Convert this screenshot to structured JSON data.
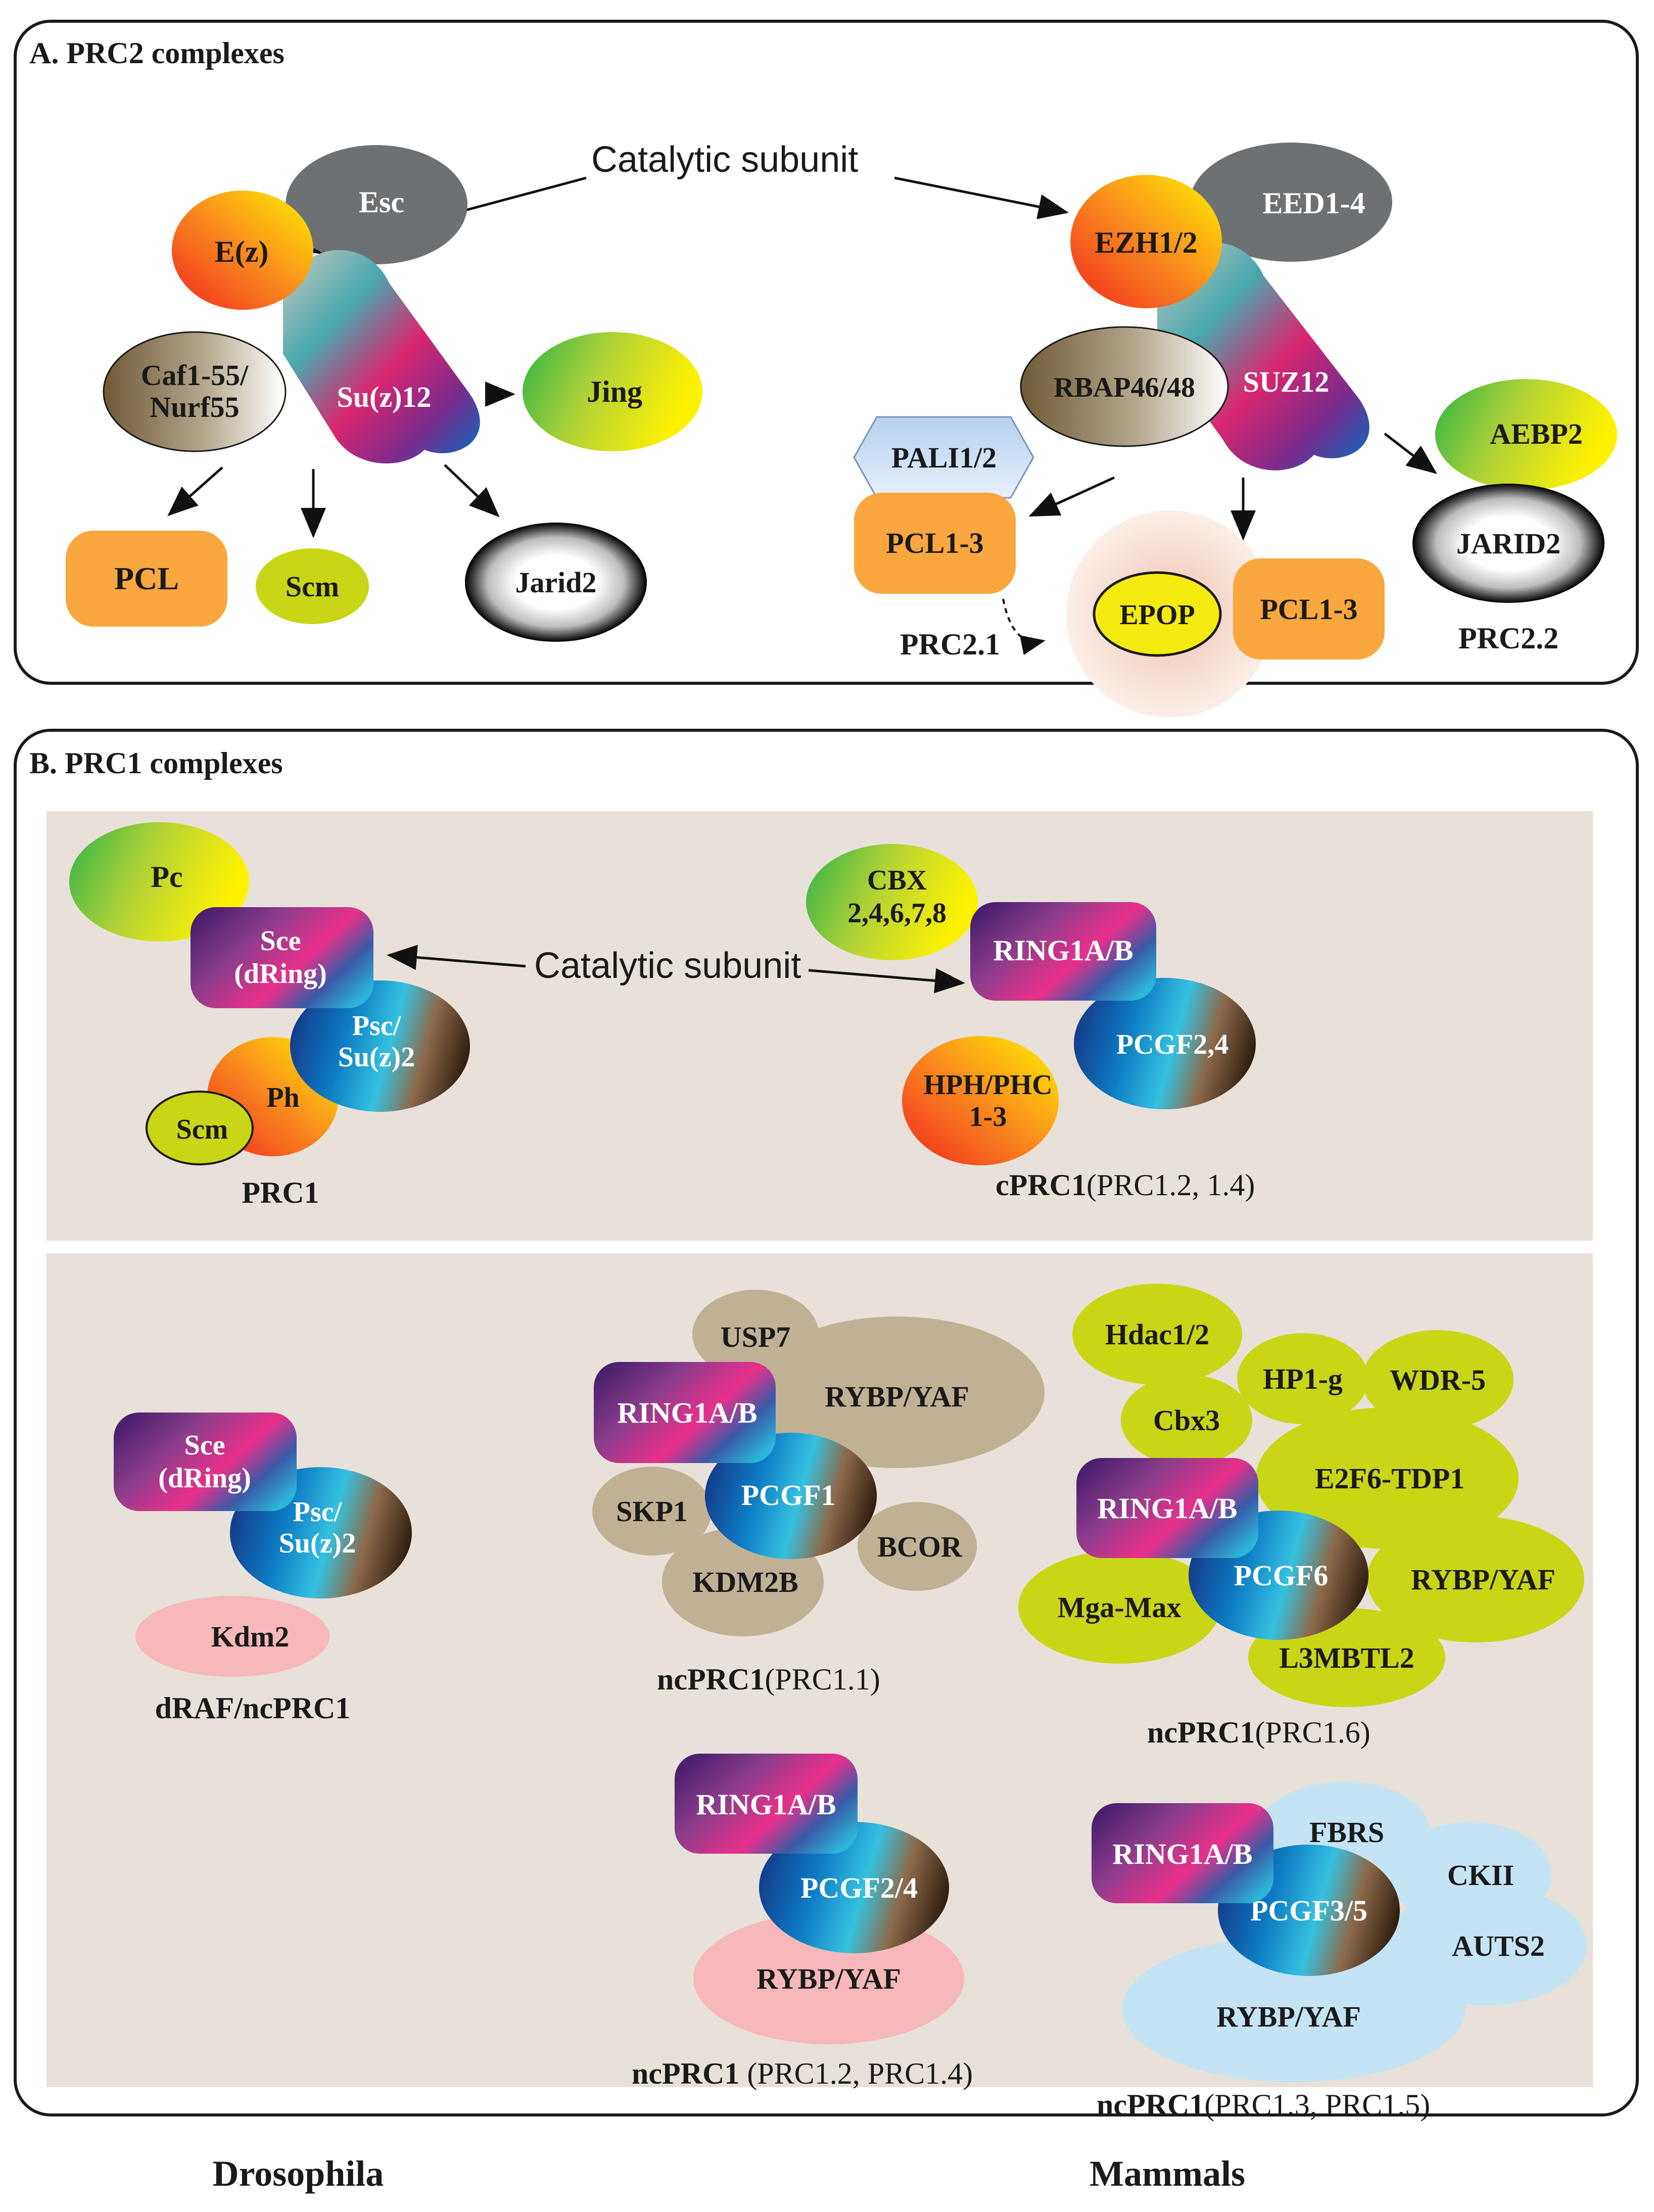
{
  "panel_a": {
    "title": "A. PRC2 complexes",
    "catalytic": "Catalytic subunit",
    "drosophila": {
      "esc": "Esc",
      "ez": "E(z)",
      "caf_line1": "Caf1-55/",
      "caf_line2": "Nurf55",
      "suz": "Su(z)12",
      "jing": "Jing",
      "pcl": "PCL",
      "scm": "Scm",
      "jarid": "Jarid2"
    },
    "mammal": {
      "eed": "EED1-4",
      "ezh": "EZH1/2",
      "rbap": "RBAP46/48",
      "suz": "SUZ12",
      "aebp": "AEBP2",
      "jarid": "JARID2",
      "pali": "PALI1/2",
      "pcl_a": "PCL1-3",
      "epop": "EPOP",
      "pcl_b": "PCL1-3",
      "prc21": "PRC2.1",
      "prc22": "PRC2.2"
    }
  },
  "panel_b": {
    "title": "B. PRC1 complexes",
    "catalytic": "Catalytic subunit",
    "prc1": {
      "pc": "Pc",
      "sce_line1": "Sce",
      "sce_line2": "(dRing)",
      "psc_line1": "Psc/",
      "psc_line2": "Su(z)2",
      "ph": "Ph",
      "scm": "Scm",
      "label": "PRC1"
    },
    "cprc1": {
      "cbx_line1": "CBX",
      "cbx_line2": "2,4,6,7,8",
      "ring": "RING1A/B",
      "pcgf": "PCGF2,4",
      "hph_line1": "HPH/PHC",
      "hph_line2": "1-3",
      "label_bold": "cPRC1",
      "label_normal": "(PRC1.2, 1.4)"
    },
    "draf": {
      "sce_line1": "Sce",
      "sce_line2": "(dRing)",
      "psc_line1": "Psc/",
      "psc_line2": "Su(z)2",
      "kdm": "Kdm2",
      "label": "dRAF/ncPRC1"
    },
    "prc11": {
      "usp": "USP7",
      "rybp": "RYBP/YAF",
      "ring": "RING1A/B",
      "pcgf": "PCGF1",
      "skp": "SKP1",
      "bcor": "BCOR",
      "kdm": "KDM2B",
      "label_bold": "ncPRC1",
      "label_normal": "(PRC1.1)"
    },
    "prc16": {
      "hdac": "Hdac1/2",
      "hp1": "HP1-g",
      "wdr": "WDR-5",
      "cbx3": "Cbx3",
      "e2f6": "E2F6-TDP1",
      "ring": "RING1A/B",
      "rybp": "RYBP/YAF",
      "mga": "Mga-Max",
      "pcgf": "PCGF6",
      "l3m": "L3MBTL2",
      "label_bold": "ncPRC1",
      "label_normal": "(PRC1.6)"
    },
    "prc124": {
      "ring": "RING1A/B",
      "pcgf": "PCGF2/4",
      "rybp": "RYBP/YAF",
      "label_bold": "ncPRC1",
      "label_normal": " (PRC1.2, PRC1.4)"
    },
    "prc135": {
      "ring": "RING1A/B",
      "fbrs": "FBRS",
      "ckii": "CKII",
      "pcgf": "PCGF3/5",
      "auts": "AUTS2",
      "rybp": "RYBP/YAF",
      "label_bold": "ncPRC1",
      "label_normal": "(PRC1.3, PRC1.5)"
    }
  },
  "footer": {
    "left": "Drosophila",
    "right": "Mammals"
  },
  "colors": {
    "gray_subunit": "#6d7173",
    "orange_box": "#f9a73e",
    "lime": "#c8d616",
    "tan": "#c0b195",
    "pink": "#f6b8bb",
    "light_blue": "#c4e4f4",
    "panel_bg": "#e8e1d9",
    "yellow": "#f5ea0f"
  }
}
